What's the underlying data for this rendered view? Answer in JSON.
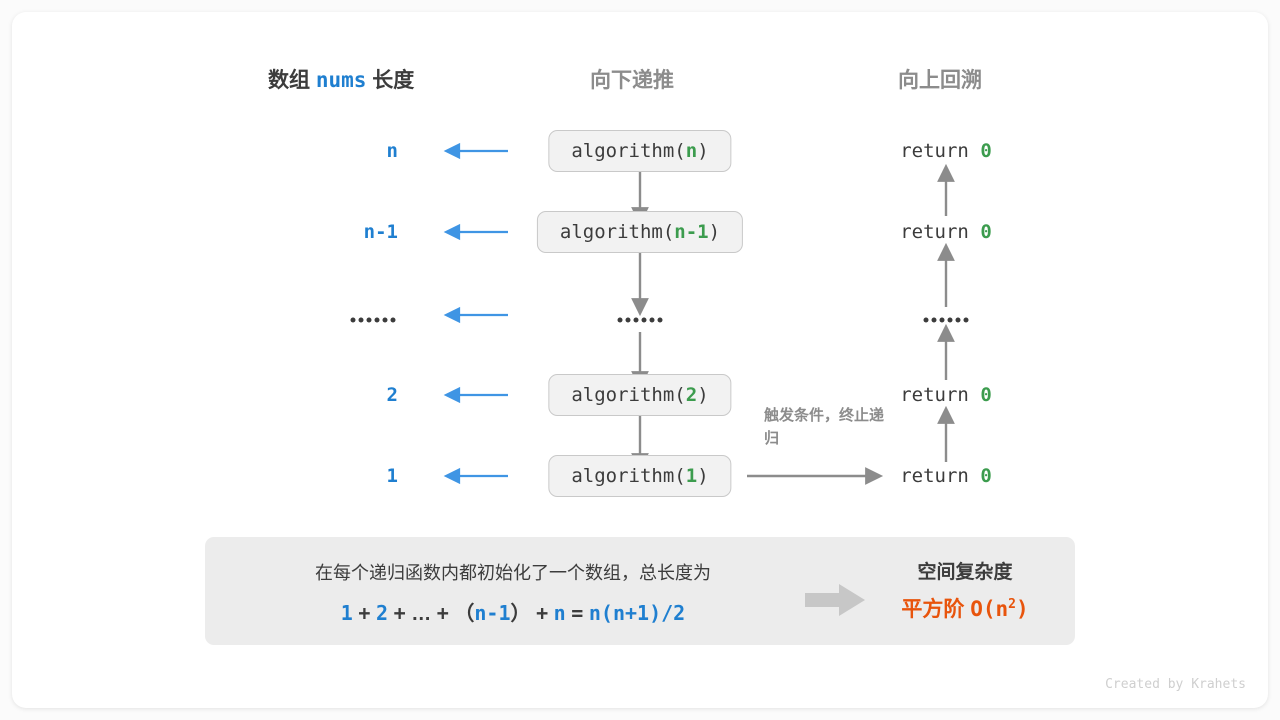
{
  "headers": {
    "left_prefix": "数组",
    "left_mono": "nums",
    "left_suffix": "长度",
    "middle": "向下递推",
    "right": "向上回溯"
  },
  "rows": [
    {
      "length": "n",
      "call_prefix": "algorithm(",
      "call_arg": "n",
      "call_suffix": ")",
      "return_text": "return",
      "return_value": "0"
    },
    {
      "length": "n-1",
      "call_prefix": "algorithm(",
      "call_arg": "n-1",
      "call_suffix": ")",
      "return_text": "return",
      "return_value": "0"
    },
    {
      "length": "",
      "call_prefix": "",
      "call_arg": "",
      "call_suffix": "",
      "return_text": "",
      "return_value": ""
    },
    {
      "length": "2",
      "call_prefix": "algorithm(",
      "call_arg": "2",
      "call_suffix": ")",
      "return_text": "return",
      "return_value": "0"
    },
    {
      "length": "1",
      "call_prefix": "algorithm(",
      "call_arg": "1",
      "call_suffix": ")",
      "return_text": "return",
      "return_value": "0"
    }
  ],
  "trigger_note": "触发条件，终止递归",
  "panel": {
    "description": "在每个递归函数内都初始化了一个数组，总长度为",
    "formula_parts": [
      "1",
      "+",
      "2",
      "+",
      "…",
      "+",
      "（",
      "n-1",
      "）",
      "+",
      "n",
      "=",
      "n(n+1)/2"
    ],
    "complexity_label": "空间复杂度",
    "complexity_prefix": "平方阶",
    "complexity_value_base": "O(n",
    "complexity_value_sup": "2",
    "complexity_value_tail": ")"
  },
  "footer": "Created by Krahets",
  "colors": {
    "blue": "#1f7fd0",
    "green": "#3c9c4e",
    "orange": "#e8540c",
    "gray": "#8c8c8c",
    "dark": "#3c3c3c",
    "box_fill": "#f2f2f2",
    "panel_fill": "#ececec"
  }
}
